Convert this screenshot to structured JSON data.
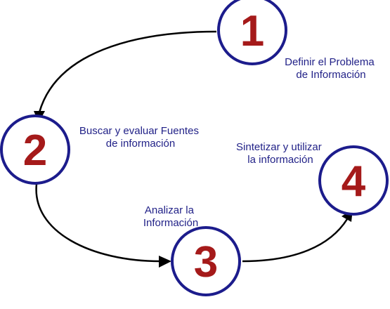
{
  "steps": [
    {
      "number": "1",
      "label_lines": [
        "Definir el Problema",
        "de Información"
      ]
    },
    {
      "number": "2",
      "label_lines": [
        "Buscar y evaluar Fuentes",
        "de información"
      ]
    },
    {
      "number": "3",
      "label_lines": [
        "Analizar la",
        "Información"
      ]
    },
    {
      "number": "4",
      "label_lines": [
        "Sintetizar y utilizar",
        "la información"
      ]
    }
  ],
  "colors": {
    "circle_border": "#1c1c8c",
    "number": "#a51a1a",
    "label": "#222288",
    "arrow": "#000000"
  }
}
